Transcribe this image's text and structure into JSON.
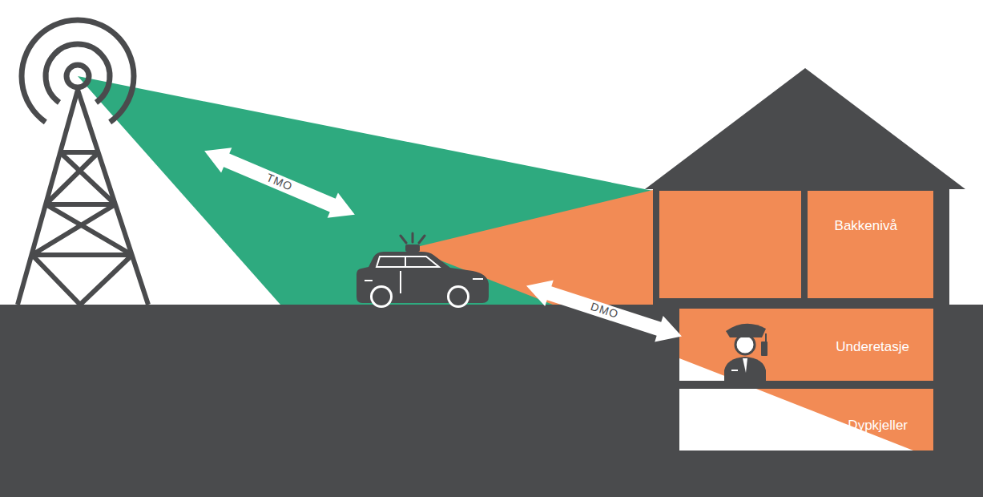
{
  "diagram": {
    "nodes": [
      {
        "text": [
          "Bakkenivå"
        ]
      },
      {
        "text": [
          "Underetasje"
        ]
      },
      {
        "text": [
          "Dypkjeller"
        ]
      }
    ],
    "labels": [
      "TMO",
      "DMO"
    ]
  }
}
